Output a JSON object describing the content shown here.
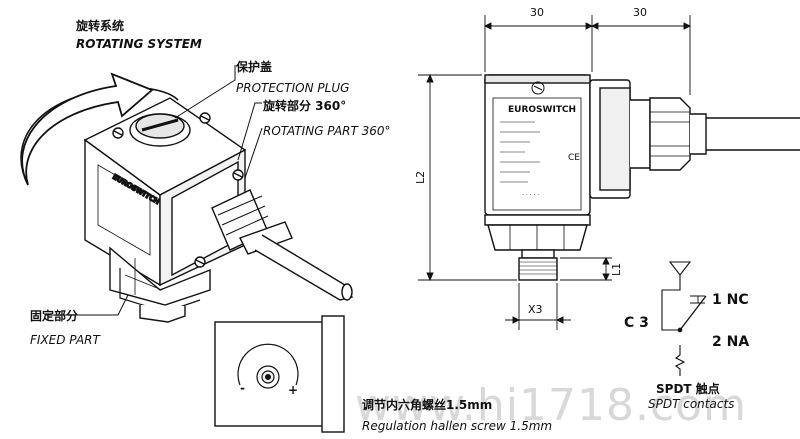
{
  "labels": {
    "rotating_system_cn": "旋转系统",
    "rotating_system_en": "ROTATING SYSTEM",
    "protection_plug_cn": "保护盖",
    "protection_plug_en": "PROTECTION PLUG",
    "rotating_part_cn": "旋转部分 360°",
    "rotating_part_en": "ROTATING PART 360°",
    "fixed_part_cn": "固定部分",
    "fixed_part_en": "FIXED PART",
    "regulation_cn": "调节内六角螺丝1.5mm",
    "regulation_en": "Regulation hallen screw 1.5mm"
  },
  "dimensions": {
    "top_left": "30",
    "top_right": "30",
    "l2": "L2",
    "l1": "L1",
    "x3": "X3"
  },
  "contacts": {
    "c3": "C 3",
    "nc": "1 NC",
    "na": "2 NA",
    "title_cn": "SPDT 触点",
    "title_en": "SPDT contacts"
  },
  "brand": "EUROSWITCH",
  "watermark": "www.hi1718.com",
  "colors": {
    "line": "#111111",
    "shade": "#cfcfcf",
    "dark": "#555555"
  }
}
